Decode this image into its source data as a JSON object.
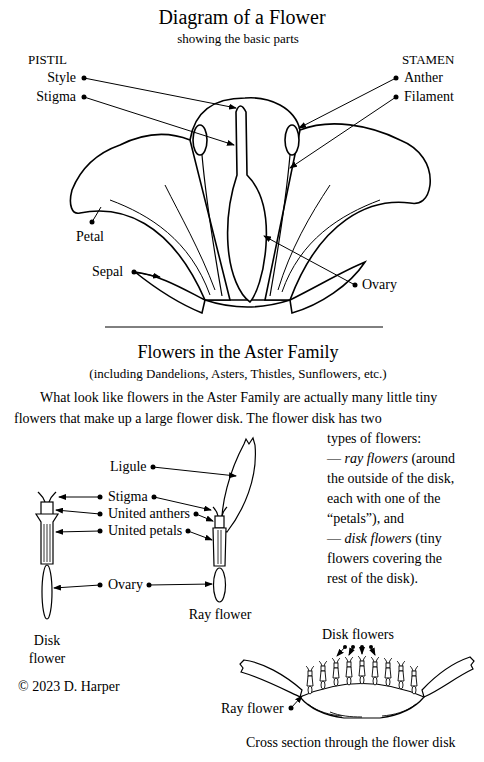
{
  "diagram": {
    "title": "Diagram of a Flower",
    "labels": [
      "showing the basic parts",
      "PISTIL",
      "Style",
      "Stigma",
      "STAMEN",
      "Anther",
      "Filament",
      "Petal",
      "Sepal",
      "Ovary",
      "Flowers in the Aster Family",
      "(including Dandelions, Asters, Thistles, Sunflowers, etc.)",
      "What look like flowers in the Aster Family are actually many little tiny flowers that make up a large flower disk. The flower disk has two",
      "types of flowers:",
      "—",
      "ray flowers",
      "(around the outside of the disk, each with one of the “petals”), and",
      "—",
      "disk flowers",
      "(tiny flowers covering the rest of the disk).",
      "Ligule",
      "Stigma",
      "United anthers",
      "United petals",
      "Ovary",
      "Disk flower",
      "Ray flower",
      "Disk flowers",
      "Ray flower",
      "© 2023 D. Harper",
      "Cross section through the flower disk"
    ]
  }
}
